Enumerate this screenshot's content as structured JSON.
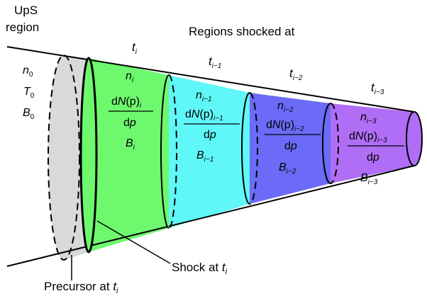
{
  "ups": {
    "line1": "UpS",
    "line2": "region"
  },
  "heading": "Regions shocked at",
  "upstream": {
    "n": "n",
    "n_sub": "0",
    "T": "T",
    "T_sub": "0",
    "B": "B",
    "B_sub": "0"
  },
  "regions": [
    {
      "color": "#6ef86e",
      "time": "t",
      "time_sub": "i",
      "n": "n",
      "n_sub": "i",
      "dN_pre": "d",
      "N": "N",
      "dN_paren": "(p)",
      "dN_sub": "i",
      "denom": "d",
      "p": "p",
      "B": "B",
      "B_sub": "i"
    },
    {
      "color": "#5ff7f7",
      "time": "t",
      "time_sub": "i−1",
      "n": "n",
      "n_sub": "i−1",
      "dN_pre": "d",
      "N": "N",
      "dN_paren": "(p)",
      "dN_sub": "i−1",
      "denom": "d",
      "p": "p",
      "B": "B",
      "B_sub": "i−1"
    },
    {
      "color": "#6b6bf7",
      "time": "t",
      "time_sub": "i−2",
      "n": "n",
      "n_sub": "i−2",
      "dN_pre": "d",
      "N": "N",
      "dN_paren": "(p)",
      "dN_sub": "i−2",
      "denom": "d",
      "p": "p",
      "B": "B",
      "B_sub": "i−2"
    },
    {
      "color": "#b06ef7",
      "time": "t",
      "time_sub": "i−3",
      "n": "n",
      "n_sub": "i−3",
      "dN_pre": "d",
      "N": "N",
      "dN_paren": "(p)",
      "dN_sub": "i−3",
      "denom": "d",
      "p": "p",
      "B": "B",
      "B_sub": "i−3"
    }
  ],
  "shock": {
    "text": "Shock at ",
    "t": "t",
    "sub": "i"
  },
  "precursor": {
    "text": "Precursor at ",
    "t": "t",
    "sub": "i"
  },
  "colors": {
    "precursor": "#d9d9d9",
    "outline": "#000000"
  }
}
